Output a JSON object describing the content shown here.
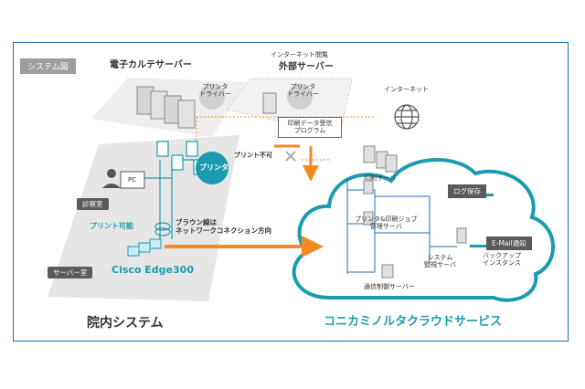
{
  "frame_title": "システム図",
  "emr_server_title": "電子カルテサーバー",
  "internet_browse_top": "インターネット閲覧",
  "internet_browse_bottom": "外部サーバー",
  "printer_driver_emr": [
    "プリンタ",
    "ドライバー"
  ],
  "printer_driver_ext": [
    "プリンタ",
    "ドライバー"
  ],
  "print_receive_program": [
    "印刷データ受信",
    "プログラム"
  ],
  "internet_label": "インターネット",
  "pc_label": "PC",
  "printer_label": "プリンタ",
  "print_unavailable": "プリント不可",
  "exam_room": "診察室",
  "print_available": "プリント可能",
  "brown_line_note": [
    "ブラウン線は",
    "ネットワークコネクション方向"
  ],
  "server_room": "サーバー室",
  "cisco_label": "Cisco Edge300",
  "hospital_system": "院内システム",
  "cloud_name": "コニカミノルタクラウドサービス",
  "print_server": "印刷サーバ",
  "log_save": "ログ保存",
  "printer_job_mgmt": [
    "プリンタ&印刷ジョブ",
    "管理サーバ"
  ],
  "email_notify": "E-Mail通知",
  "system_monitor": [
    "システム",
    "監視サーバ"
  ],
  "backup_instance": [
    "バックアップ",
    "インスタンス"
  ],
  "comm_control": "通信制御サーバー",
  "colors": {
    "frame": "#1f6fb5",
    "teal": "#1a9bb0",
    "orange": "#f08a24",
    "gray_tag": "#5a5a5a"
  },
  "icons": [
    "server-rack-icon",
    "globe-icon",
    "person-icon",
    "pc-icon",
    "document-icon",
    "printer-icon",
    "router-icon",
    "cloud-icon",
    "cross-icon"
  ]
}
